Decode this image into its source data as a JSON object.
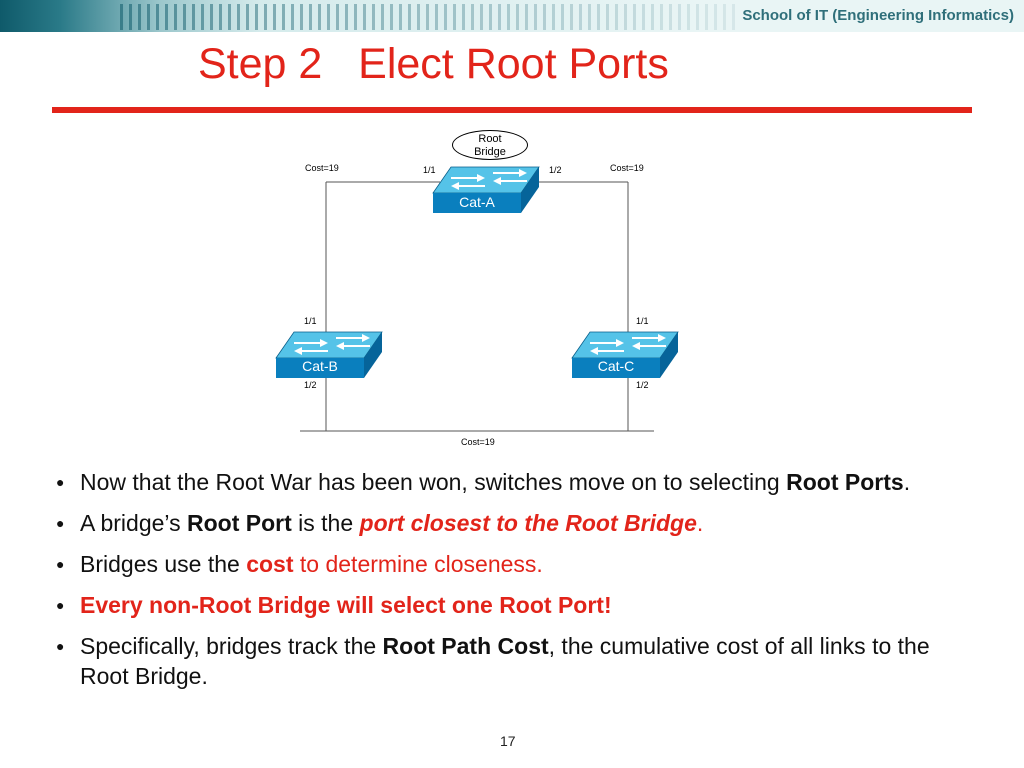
{
  "header": {
    "school": "School of IT (Engineering Informatics)"
  },
  "title": "Step 2   Elect Root Ports",
  "diagram": {
    "root_bubble": [
      "Root",
      "Bridge"
    ],
    "cost_top_left": "Cost=19",
    "cost_top_right": "Cost=19",
    "cost_bottom": "Cost=19",
    "cat_a": {
      "name": "Cat-A",
      "port1": "1/1",
      "port2": "1/2"
    },
    "cat_b": {
      "name": "Cat-B",
      "port1": "1/1",
      "port2": "1/2"
    },
    "cat_c": {
      "name": "Cat-C",
      "port1": "1/1",
      "port2": "1/2"
    },
    "colors": {
      "switch_top": "#55c3e8",
      "switch_front": "#0a7fbe",
      "switch_side": "#06649a"
    }
  },
  "bullets": [
    {
      "p1": "Now that the Root War has been won, switches move on to selecting ",
      "b1": "Root Ports",
      "p2": "."
    },
    {
      "p1": "A bridge’s ",
      "b1": "Root Port",
      "p2": " is the ",
      "r1": "port closest to the Root Bridge",
      "p3": "."
    },
    {
      "p1": "Bridges use the ",
      "r1": "cost",
      "r2": " to determine closeness."
    },
    {
      "r1": "Every non-Root Bridge will select one Root Port!"
    },
    {
      "p1": "Specifically, bridges track the ",
      "b1": "Root Path Cost",
      "p2": ", the cumulative cost of all links to the Root Bridge."
    }
  ],
  "page_number": "17"
}
